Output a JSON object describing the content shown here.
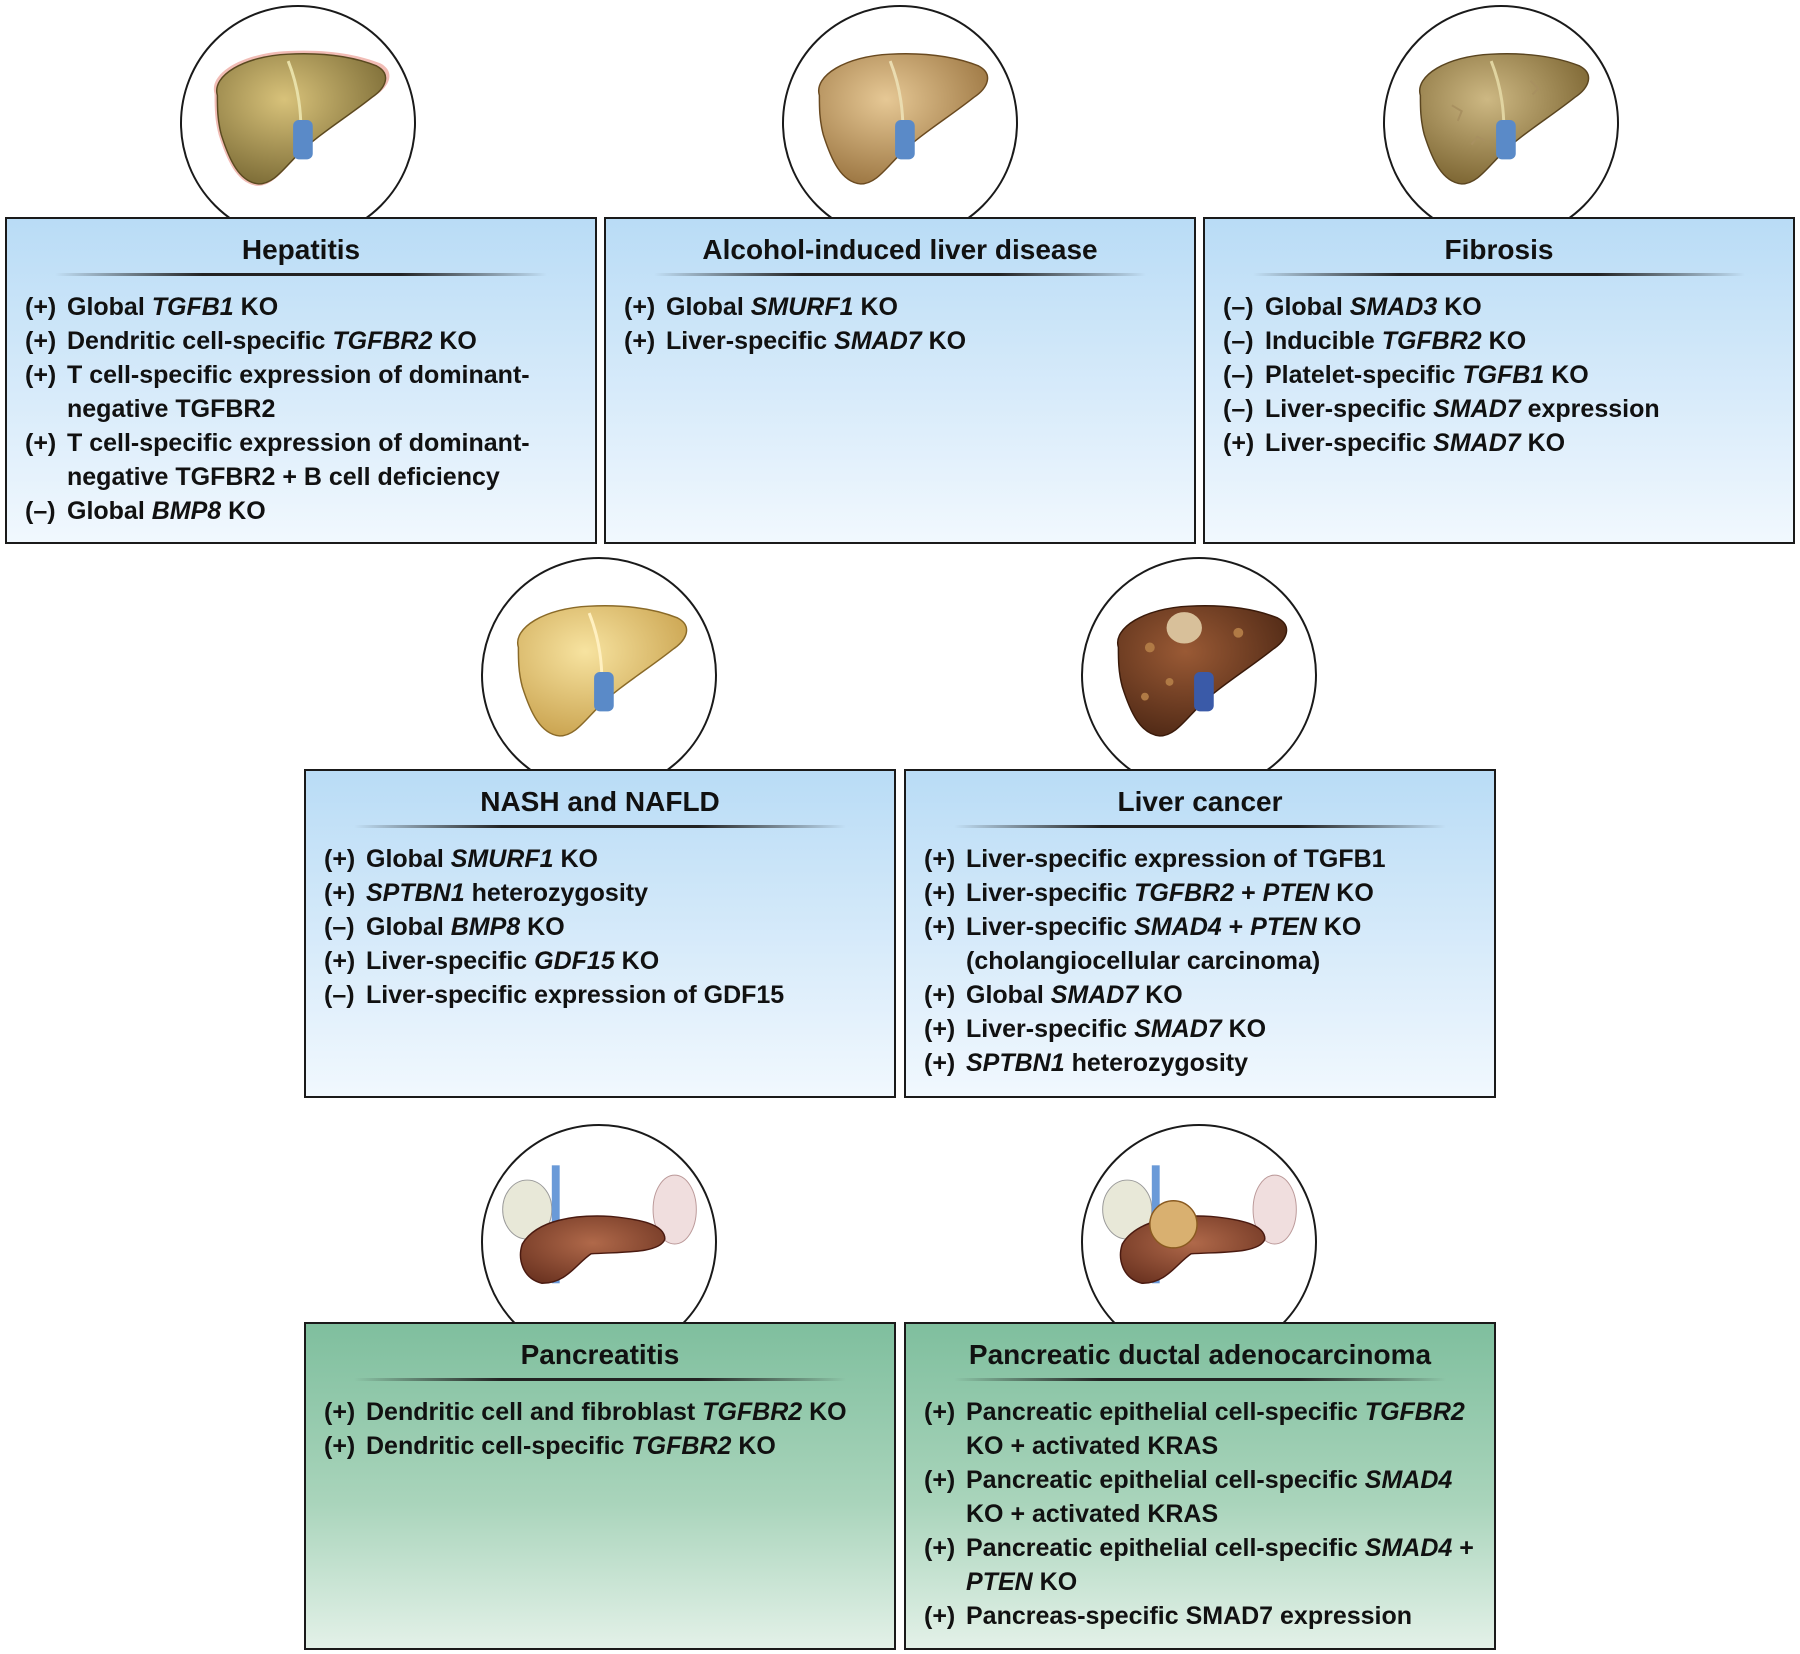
{
  "panels": [
    {
      "title": "Hepatitis",
      "items": [
        {
          "sign": "(+)",
          "parts": [
            {
              "t": "Global "
            },
            {
              "t": "TGFB1",
              "i": true
            },
            {
              "t": " KO"
            }
          ]
        },
        {
          "sign": "(+)",
          "parts": [
            {
              "t": "Dendritic cell-specific "
            },
            {
              "t": "TGFBR2",
              "i": true
            },
            {
              "t": " KO"
            }
          ]
        },
        {
          "sign": "(+)",
          "parts": [
            {
              "t": "T cell-specific expression of dominant-negative TGFBR2"
            }
          ]
        },
        {
          "sign": "(+)",
          "parts": [
            {
              "t": "T cell-specific expression of dominant-negative TGFBR2 + B cell deficiency"
            }
          ]
        },
        {
          "sign": "(–)",
          "parts": [
            {
              "t": "Global "
            },
            {
              "t": "BMP8",
              "i": true
            },
            {
              "t": " KO"
            }
          ]
        }
      ]
    },
    {
      "title": "Alcohol-induced liver disease",
      "items": [
        {
          "sign": "(+)",
          "parts": [
            {
              "t": "Global "
            },
            {
              "t": "SMURF1",
              "i": true
            },
            {
              "t": " KO"
            }
          ]
        },
        {
          "sign": "(+)",
          "parts": [
            {
              "t": "Liver-specific "
            },
            {
              "t": "SMAD7",
              "i": true
            },
            {
              "t": " KO"
            }
          ]
        }
      ]
    },
    {
      "title": "Fibrosis",
      "items": [
        {
          "sign": "(–)",
          "parts": [
            {
              "t": "Global "
            },
            {
              "t": "SMAD3",
              "i": true
            },
            {
              "t": " KO"
            }
          ]
        },
        {
          "sign": "(–)",
          "parts": [
            {
              "t": "Inducible "
            },
            {
              "t": "TGFBR2",
              "i": true
            },
            {
              "t": " KO"
            }
          ]
        },
        {
          "sign": "(–)",
          "parts": [
            {
              "t": "Platelet-specific "
            },
            {
              "t": "TGFB1",
              "i": true
            },
            {
              "t": " KO"
            }
          ]
        },
        {
          "sign": "(–)",
          "parts": [
            {
              "t": "Liver-specific "
            },
            {
              "t": "SMAD7",
              "i": true
            },
            {
              "t": " expression"
            }
          ]
        },
        {
          "sign": "(+)",
          "parts": [
            {
              "t": "Liver-specific "
            },
            {
              "t": "SMAD7",
              "i": true
            },
            {
              "t": " KO"
            }
          ]
        }
      ]
    },
    {
      "title": "NASH and NAFLD",
      "items": [
        {
          "sign": "(+)",
          "parts": [
            {
              "t": "Global "
            },
            {
              "t": "SMURF1",
              "i": true
            },
            {
              "t": " KO"
            }
          ]
        },
        {
          "sign": "(+)",
          "parts": [
            {
              "t": "SPTBN1",
              "i": true
            },
            {
              "t": " heterozygosity"
            }
          ]
        },
        {
          "sign": "(–)",
          "parts": [
            {
              "t": "Global "
            },
            {
              "t": "BMP8",
              "i": true
            },
            {
              "t": " KO"
            }
          ]
        },
        {
          "sign": "(+)",
          "parts": [
            {
              "t": "Liver-specific "
            },
            {
              "t": "GDF15",
              "i": true
            },
            {
              "t": " KO"
            }
          ]
        },
        {
          "sign": "(–)",
          "parts": [
            {
              "t": "Liver-specific expression of GDF15"
            }
          ]
        }
      ]
    },
    {
      "title": "Liver cancer",
      "items": [
        {
          "sign": "(+)",
          "parts": [
            {
              "t": "Liver-specific expression of TGFB1"
            }
          ]
        },
        {
          "sign": "(+)",
          "parts": [
            {
              "t": "Liver-specific "
            },
            {
              "t": "TGFBR2",
              "i": true
            },
            {
              "t": " + "
            },
            {
              "t": "PTEN",
              "i": true
            },
            {
              "t": " KO"
            }
          ]
        },
        {
          "sign": "(+)",
          "parts": [
            {
              "t": "Liver-specific "
            },
            {
              "t": "SMAD4",
              "i": true
            },
            {
              "t": " + "
            },
            {
              "t": "PTEN",
              "i": true
            },
            {
              "t": " KO (cholangiocellular carcinoma)"
            }
          ]
        },
        {
          "sign": "(+)",
          "parts": [
            {
              "t": "Global "
            },
            {
              "t": "SMAD7",
              "i": true
            },
            {
              "t": " KO"
            }
          ]
        },
        {
          "sign": "(+)",
          "parts": [
            {
              "t": "Liver-specific "
            },
            {
              "t": "SMAD7",
              "i": true
            },
            {
              "t": " KO"
            }
          ]
        },
        {
          "sign": "(+)",
          "parts": [
            {
              "t": "SPTBN1",
              "i": true
            },
            {
              "t": " heterozygosity"
            }
          ]
        }
      ]
    },
    {
      "title": "Pancreatitis",
      "items": [
        {
          "sign": "(+)",
          "parts": [
            {
              "t": "Dendritic cell and fibroblast "
            },
            {
              "t": "TGFBR2",
              "i": true
            },
            {
              "t": " KO"
            }
          ]
        },
        {
          "sign": "(+)",
          "parts": [
            {
              "t": "Dendritic cell-specific "
            },
            {
              "t": "TGFBR2",
              "i": true
            },
            {
              "t": " KO"
            }
          ]
        }
      ]
    },
    {
      "title": "Pancreatic ductal adenocarcinoma",
      "items": [
        {
          "sign": "(+)",
          "parts": [
            {
              "t": "Pancreatic epithelial cell-specific "
            },
            {
              "t": "TGFBR2",
              "i": true
            },
            {
              "t": " KO + activated KRAS"
            }
          ]
        },
        {
          "sign": "(+)",
          "parts": [
            {
              "t": "Pancreatic epithelial cell-specific "
            },
            {
              "t": "SMAD4",
              "i": true
            },
            {
              "t": " KO + activated KRAS"
            }
          ]
        },
        {
          "sign": "(+)",
          "parts": [
            {
              "t": "Pancreatic epithelial cell-specific "
            },
            {
              "t": "SMAD4",
              "i": true
            },
            {
              "t": " + "
            },
            {
              "t": "PTEN",
              "i": true
            },
            {
              "t": " KO"
            }
          ]
        },
        {
          "sign": "(+)",
          "parts": [
            {
              "t": "Pancreas-specific SMAD7 expression"
            }
          ]
        }
      ]
    }
  ],
  "colors": {
    "blue_panel_top": "#b9dcf6",
    "green_panel_top": "#7fbf9e",
    "border": "#1a1a1a"
  },
  "icons": [
    "inflamed-liver-icon",
    "alcoholic-liver-icon",
    "fibrotic-liver-icon",
    "fatty-liver-icon",
    "tumorous-liver-icon",
    "inflamed-pancreas-icon",
    "pancreatic-tumor-icon"
  ]
}
